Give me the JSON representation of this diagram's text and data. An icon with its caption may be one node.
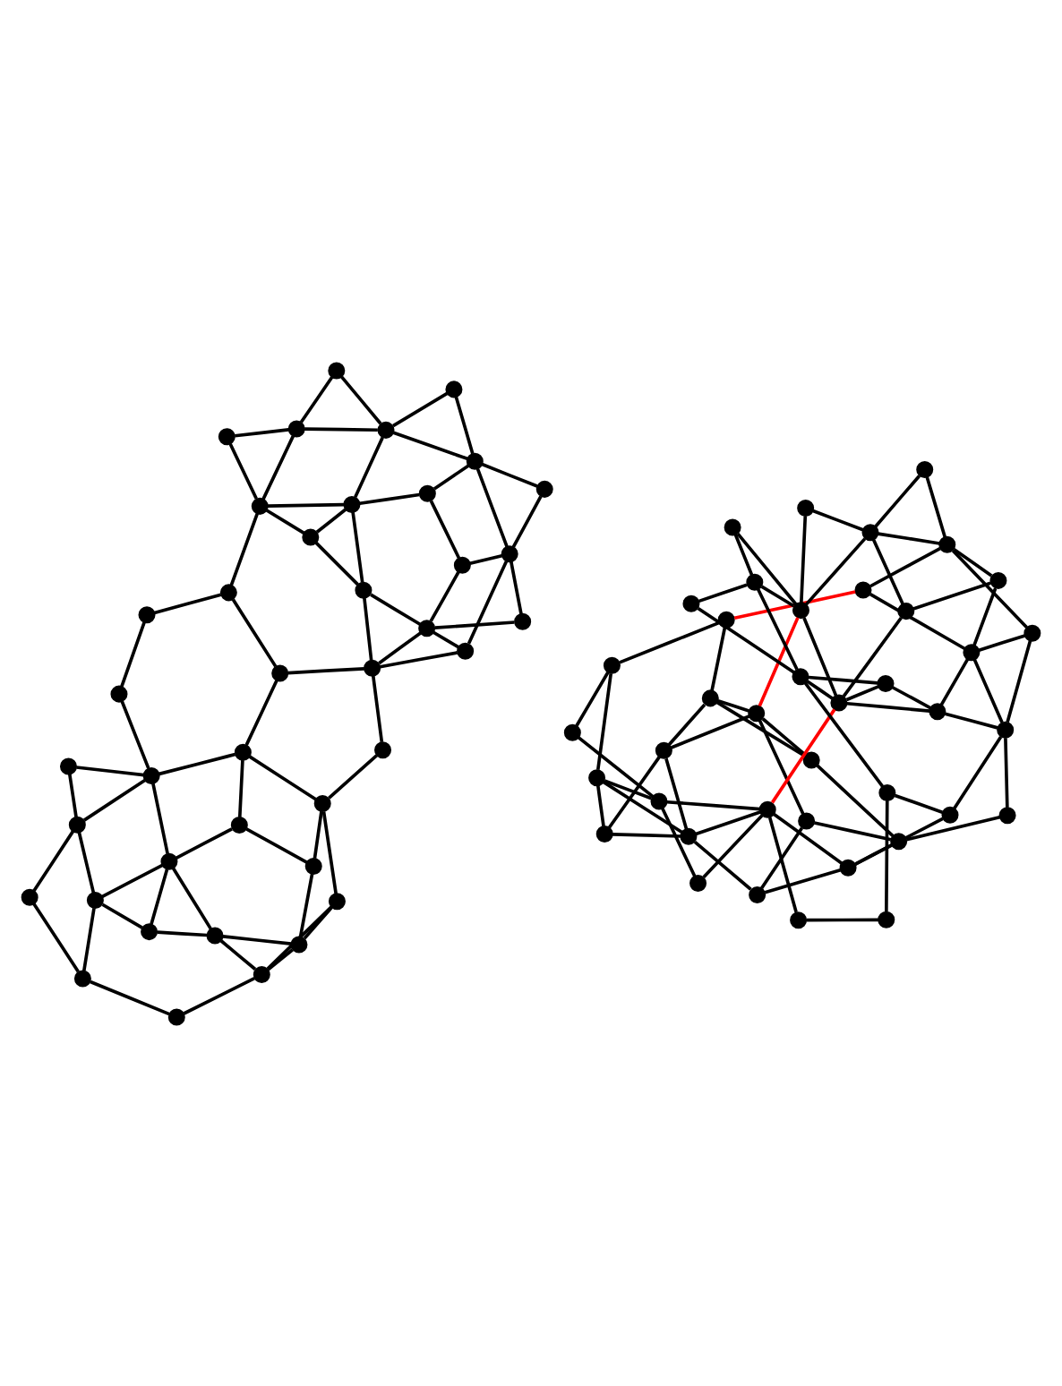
{
  "diagram": {
    "nodes": [
      {
        "text": [],
        "shape": "circle"
      },
      {
        "text": [],
        "shape": "circle"
      },
      {
        "text": [],
        "shape": "circle"
      },
      {
        "text": [],
        "shape": "circle"
      },
      {
        "text": [],
        "shape": "circle"
      },
      {
        "text": [],
        "shape": "circle"
      },
      {
        "text": [],
        "shape": "circle"
      },
      {
        "text": [],
        "shape": "circle"
      },
      {
        "text": [],
        "shape": "circle"
      },
      {
        "text": [],
        "shape": "circle"
      },
      {
        "text": [],
        "shape": "circle"
      },
      {
        "text": [],
        "shape": "circle"
      },
      {
        "text": [],
        "shape": "circle"
      },
      {
        "text": [],
        "shape": "circle"
      },
      {
        "text": [],
        "shape": "circle"
      },
      {
        "text": [],
        "shape": "circle"
      },
      {
        "text": [],
        "shape": "circle"
      },
      {
        "text": [],
        "shape": "circle"
      },
      {
        "text": [],
        "shape": "circle"
      },
      {
        "text": [],
        "shape": "circle"
      },
      {
        "text": [],
        "shape": "circle"
      },
      {
        "text": [],
        "shape": "circle"
      },
      {
        "text": [],
        "shape": "circle"
      },
      {
        "text": [],
        "shape": "circle"
      },
      {
        "text": [],
        "shape": "circle"
      },
      {
        "text": [],
        "shape": "circle"
      },
      {
        "text": [],
        "shape": "circle"
      },
      {
        "text": [],
        "shape": "circle"
      },
      {
        "text": [],
        "shape": "circle"
      },
      {
        "text": [],
        "shape": "circle"
      },
      {
        "text": [],
        "shape": "circle"
      },
      {
        "text": [],
        "shape": "circle"
      },
      {
        "text": [],
        "shape": "circle"
      },
      {
        "text": [],
        "shape": "circle"
      },
      {
        "text": [],
        "shape": "circle"
      },
      {
        "text": [],
        "shape": "circle"
      },
      {
        "text": [],
        "shape": "circle"
      },
      {
        "text": [],
        "shape": "circle"
      },
      {
        "text": [],
        "shape": "circle"
      },
      {
        "text": [],
        "shape": "circle"
      },
      {
        "text": [],
        "shape": "circle"
      },
      {
        "text": [],
        "shape": "circle"
      },
      {
        "text": [],
        "shape": "circle"
      },
      {
        "text": [],
        "shape": "circle"
      },
      {
        "text": [],
        "shape": "circle"
      },
      {
        "text": [],
        "shape": "circle"
      },
      {
        "text": [],
        "shape": "circle"
      },
      {
        "text": [],
        "shape": "circle"
      },
      {
        "text": [],
        "shape": "circle"
      },
      {
        "text": [],
        "shape": "circle"
      },
      {
        "text": [],
        "shape": "circle"
      },
      {
        "text": [],
        "shape": "circle"
      },
      {
        "text": [],
        "shape": "circle"
      },
      {
        "text": [],
        "shape": "circle"
      },
      {
        "text": [],
        "shape": "circle"
      },
      {
        "text": [],
        "shape": "circle"
      },
      {
        "text": [],
        "shape": "circle"
      },
      {
        "text": [],
        "shape": "circle"
      },
      {
        "text": [],
        "shape": "circle"
      },
      {
        "text": [],
        "shape": "circle"
      },
      {
        "text": [],
        "shape": "circle"
      },
      {
        "text": [],
        "shape": "circle"
      },
      {
        "text": [],
        "shape": "circle"
      },
      {
        "text": [],
        "shape": "circle"
      },
      {
        "text": [],
        "shape": "circle"
      },
      {
        "text": [],
        "shape": "circle"
      },
      {
        "text": [],
        "shape": "circle"
      },
      {
        "text": [],
        "shape": "circle"
      },
      {
        "text": [],
        "shape": "circle"
      },
      {
        "text": [],
        "shape": "circle"
      },
      {
        "text": [],
        "shape": "circle"
      },
      {
        "text": [],
        "shape": "circle"
      },
      {
        "text": [],
        "shape": "circle"
      },
      {
        "text": [],
        "shape": "circle"
      },
      {
        "text": [],
        "shape": "circle"
      },
      {
        "text": [],
        "shape": "circle"
      },
      {
        "text": [],
        "shape": "circle"
      },
      {
        "text": [],
        "shape": "circle"
      },
      {
        "text": [],
        "shape": "circle"
      },
      {
        "text": [],
        "shape": "circle"
      }
    ],
    "edges": [
      {
        "from": 0,
        "to": 1,
        "arrow": "none"
      },
      {
        "from": 0,
        "to": 13,
        "arrow": "none"
      },
      {
        "from": 1,
        "to": 2,
        "arrow": "none"
      },
      {
        "from": 1,
        "to": 5,
        "arrow": "none"
      },
      {
        "from": 1,
        "to": 6,
        "arrow": "none"
      },
      {
        "from": 2,
        "to": 6,
        "arrow": "none"
      },
      {
        "from": 2,
        "to": 3,
        "arrow": "none"
      },
      {
        "from": 4,
        "to": 3,
        "arrow": "none"
      },
      {
        "from": 3,
        "to": 11,
        "arrow": "none"
      },
      {
        "from": 3,
        "to": 7,
        "arrow": "none"
      },
      {
        "from": 7,
        "to": 6,
        "arrow": "none"
      },
      {
        "from": 7,
        "to": 10,
        "arrow": "none"
      },
      {
        "from": 6,
        "to": 5,
        "arrow": "none"
      },
      {
        "from": 5,
        "to": 8,
        "arrow": "none"
      },
      {
        "from": 5,
        "to": 9,
        "arrow": "none"
      },
      {
        "from": 8,
        "to": 9,
        "arrow": "none"
      },
      {
        "from": 8,
        "to": 14,
        "arrow": "none"
      },
      {
        "from": 9,
        "to": 14,
        "arrow": "none"
      },
      {
        "from": 9,
        "to": 10,
        "arrow": "none"
      },
      {
        "from": 9,
        "to": 15,
        "arrow": "none"
      },
      {
        "from": 10,
        "to": 11,
        "arrow": "none"
      },
      {
        "from": 11,
        "to": 12,
        "arrow": "none"
      },
      {
        "from": 11,
        "to": 15,
        "arrow": "none"
      },
      {
        "from": 12,
        "to": 29,
        "arrow": "none"
      },
      {
        "from": 4,
        "to": 29,
        "arrow": "none"
      },
      {
        "from": 12,
        "to": 35,
        "arrow": "none"
      },
      {
        "from": 13,
        "to": 14,
        "arrow": "none"
      },
      {
        "from": 13,
        "to": 17,
        "arrow": "none"
      },
      {
        "from": 14,
        "to": 18,
        "arrow": "none"
      },
      {
        "from": 17,
        "to": 18,
        "arrow": "none"
      },
      {
        "from": 18,
        "to": 19,
        "arrow": "none"
      },
      {
        "from": 18,
        "to": 15,
        "arrow": "none"
      },
      {
        "from": 15,
        "to": 19,
        "arrow": "none"
      },
      {
        "from": 15,
        "to": 16,
        "arrow": "none"
      },
      {
        "from": 16,
        "to": 20,
        "arrow": "none"
      },
      {
        "from": 20,
        "to": 35,
        "arrow": "none"
      },
      {
        "from": 21,
        "to": 22,
        "arrow": "none"
      },
      {
        "from": 21,
        "to": 27,
        "arrow": "none"
      },
      {
        "from": 23,
        "to": 22,
        "arrow": "none"
      },
      {
        "from": 23,
        "to": 27,
        "arrow": "none"
      },
      {
        "from": 23,
        "to": 29,
        "arrow": "none"
      },
      {
        "from": 27,
        "to": 29,
        "arrow": "none"
      },
      {
        "from": 22,
        "to": 25,
        "arrow": "none"
      },
      {
        "from": 22,
        "to": 26,
        "arrow": "none"
      },
      {
        "from": 22,
        "to": 24,
        "arrow": "none"
      },
      {
        "from": 24,
        "to": 26,
        "arrow": "none"
      },
      {
        "from": 25,
        "to": 27,
        "arrow": "none"
      },
      {
        "from": 27,
        "to": 31,
        "arrow": "none"
      },
      {
        "from": 26,
        "to": 28,
        "arrow": "none"
      },
      {
        "from": 25,
        "to": 28,
        "arrow": "none"
      },
      {
        "from": 28,
        "to": 32,
        "arrow": "none"
      },
      {
        "from": 26,
        "to": 30,
        "arrow": "none"
      },
      {
        "from": 26,
        "to": 34,
        "arrow": "none"
      },
      {
        "from": 30,
        "to": 34,
        "arrow": "none"
      },
      {
        "from": 29,
        "to": 31,
        "arrow": "none"
      },
      {
        "from": 31,
        "to": 32,
        "arrow": "none"
      },
      {
        "from": 31,
        "to": 33,
        "arrow": "none"
      },
      {
        "from": 33,
        "to": 32,
        "arrow": "none"
      },
      {
        "from": 32,
        "to": 36,
        "arrow": "none"
      },
      {
        "from": 32,
        "to": 34,
        "arrow": "none"
      },
      {
        "from": 34,
        "to": 37,
        "arrow": "none"
      },
      {
        "from": 34,
        "to": 38,
        "arrow": "none"
      },
      {
        "from": 33,
        "to": 36,
        "arrow": "none"
      },
      {
        "from": 36,
        "to": 35,
        "arrow": "none"
      },
      {
        "from": 36,
        "to": 38,
        "arrow": "none"
      },
      {
        "from": 36,
        "to": 39,
        "arrow": "none"
      },
      {
        "from": 39,
        "to": 38,
        "arrow": "none"
      },
      {
        "from": 38,
        "to": 37,
        "arrow": "none"
      },
      {
        "from": 40,
        "to": 41,
        "arrow": "none"
      },
      {
        "from": 40,
        "to": 53,
        "arrow": "none"
      },
      {
        "from": 41,
        "to": 42,
        "arrow": "none"
      },
      {
        "from": 41,
        "to": 45,
        "arrow": "none"
      },
      {
        "from": 41,
        "to": 46,
        "arrow": "none"
      },
      {
        "from": 42,
        "to": 46,
        "arrow": "none"
      },
      {
        "from": 42,
        "to": 43,
        "arrow": "none"
      },
      {
        "from": 44,
        "to": 43,
        "arrow": "none"
      },
      {
        "from": 43,
        "to": 51,
        "arrow": "none"
      },
      {
        "from": 43,
        "to": 47,
        "arrow": "none"
      },
      {
        "from": 47,
        "to": 46,
        "arrow": "none"
      },
      {
        "from": 47,
        "to": 50,
        "arrow": "none"
      },
      {
        "from": 46,
        "to": 45,
        "arrow": "none"
      },
      {
        "from": 45,
        "to": 48,
        "arrow": "none"
      },
      {
        "from": 45,
        "to": 49,
        "arrow": "none"
      },
      {
        "from": 48,
        "to": 49,
        "arrow": "none"
      },
      {
        "from": 48,
        "to": 54,
        "arrow": "none"
      },
      {
        "from": 49,
        "to": 54,
        "arrow": "none"
      },
      {
        "from": 49,
        "to": 50,
        "arrow": "none"
      },
      {
        "from": 49,
        "to": 55,
        "arrow": "none"
      },
      {
        "from": 50,
        "to": 51,
        "arrow": "none"
      },
      {
        "from": 51,
        "to": 52,
        "arrow": "none"
      },
      {
        "from": 51,
        "to": 55,
        "arrow": "none"
      },
      {
        "from": 52,
        "to": 69,
        "arrow": "none"
      },
      {
        "from": 44,
        "to": 69,
        "arrow": "none"
      },
      {
        "from": 52,
        "to": 75,
        "arrow": "none"
      },
      {
        "from": 53,
        "to": 54,
        "arrow": "none"
      },
      {
        "from": 53,
        "to": 57,
        "arrow": "none"
      },
      {
        "from": 54,
        "to": 58,
        "arrow": "none"
      },
      {
        "from": 57,
        "to": 58,
        "arrow": "none"
      },
      {
        "from": 58,
        "to": 59,
        "arrow": "none"
      },
      {
        "from": 58,
        "to": 55,
        "arrow": "none"
      },
      {
        "from": 55,
        "to": 59,
        "arrow": "none"
      },
      {
        "from": 55,
        "to": 56,
        "arrow": "none"
      },
      {
        "from": 56,
        "to": 60,
        "arrow": "none"
      },
      {
        "from": 60,
        "to": 75,
        "arrow": "none"
      },
      {
        "from": 61,
        "to": 62,
        "arrow": "none"
      },
      {
        "from": 61,
        "to": 67,
        "arrow": "none"
      },
      {
        "from": 63,
        "to": 62,
        "arrow": "none"
      },
      {
        "from": 63,
        "to": 67,
        "arrow": "none"
      },
      {
        "from": 63,
        "to": 69,
        "arrow": "none"
      },
      {
        "from": 67,
        "to": 69,
        "arrow": "none"
      },
      {
        "from": 62,
        "to": 65,
        "arrow": "none"
      },
      {
        "from": 62,
        "to": 66,
        "arrow": "none"
      },
      {
        "from": 62,
        "to": 64,
        "arrow": "none"
      },
      {
        "from": 64,
        "to": 66,
        "arrow": "none"
      },
      {
        "from": 65,
        "to": 67,
        "arrow": "none"
      },
      {
        "from": 67,
        "to": 71,
        "arrow": "none"
      },
      {
        "from": 66,
        "to": 68,
        "arrow": "none"
      },
      {
        "from": 65,
        "to": 68,
        "arrow": "none"
      },
      {
        "from": 68,
        "to": 72,
        "arrow": "none"
      },
      {
        "from": 66,
        "to": 70,
        "arrow": "none"
      },
      {
        "from": 66,
        "to": 74,
        "arrow": "none"
      },
      {
        "from": 70,
        "to": 74,
        "arrow": "none"
      },
      {
        "from": 69,
        "to": 71,
        "arrow": "none"
      },
      {
        "from": 71,
        "to": 72,
        "arrow": "none"
      },
      {
        "from": 71,
        "to": 73,
        "arrow": "none"
      },
      {
        "from": 73,
        "to": 72,
        "arrow": "none"
      },
      {
        "from": 72,
        "to": 76,
        "arrow": "none"
      },
      {
        "from": 72,
        "to": 74,
        "arrow": "none"
      },
      {
        "from": 74,
        "to": 77,
        "arrow": "none"
      },
      {
        "from": 74,
        "to": 78,
        "arrow": "none"
      },
      {
        "from": 73,
        "to": 76,
        "arrow": "none"
      },
      {
        "from": 76,
        "to": 75,
        "arrow": "none"
      },
      {
        "from": 76,
        "to": 78,
        "arrow": "none"
      },
      {
        "from": 76,
        "to": 79,
        "arrow": "none"
      },
      {
        "from": 79,
        "to": 78,
        "arrow": "none"
      },
      {
        "from": 78,
        "to": 77,
        "arrow": "none"
      },
      {
        "from": 40,
        "to": 61,
        "arrow": "none",
        "color": "#ff0000"
      },
      {
        "from": 46,
        "to": 74,
        "arrow": "none",
        "color": "#ff0000"
      },
      {
        "from": 55,
        "to": 72,
        "arrow": "none",
        "color": "#ff0000"
      }
    ]
  }
}
